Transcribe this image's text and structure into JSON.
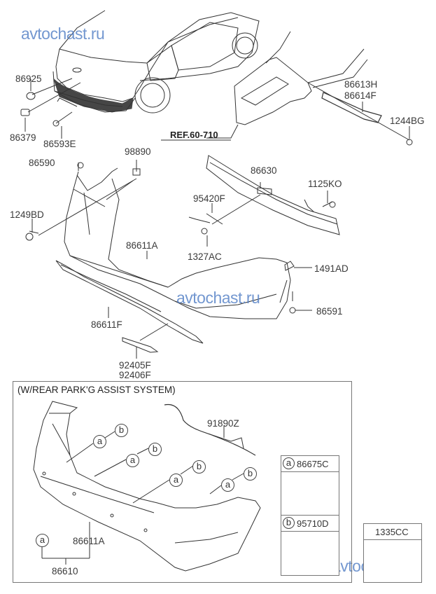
{
  "watermarks": [
    "avtochast.ru",
    "avtochast.ru",
    "avtochast.ru"
  ],
  "reference": "REF.60-710",
  "labels": {
    "p86925": "86925",
    "p86379": "86379",
    "p86593E": "86593E",
    "p86613H": "86613H",
    "p86614F": "86614F",
    "p1244BG": "1244BG",
    "p86590": "86590",
    "p98890": "98890",
    "p86630": "86630",
    "p1125KO": "1125KO",
    "p95420F": "95420F",
    "p1249BD": "1249BD",
    "p86611A": "86611A",
    "p1327AC": "1327AC",
    "p1491AD": "1491AD",
    "p86591": "86591",
    "p86611F": "86611F",
    "p92405F": "92405F",
    "p92406F": "92406F"
  },
  "inset": {
    "title": "(W/REAR PARK'G ASSIST SYSTEM)",
    "harness": "91890Z",
    "bumper": "86611A",
    "assembly": "86610",
    "callout_a": "a",
    "callout_b": "b",
    "legend": [
      {
        "key": "a",
        "part": "86675C"
      },
      {
        "key": "b",
        "part": "95710D"
      }
    ]
  },
  "side_box": {
    "part": "1335CC"
  }
}
